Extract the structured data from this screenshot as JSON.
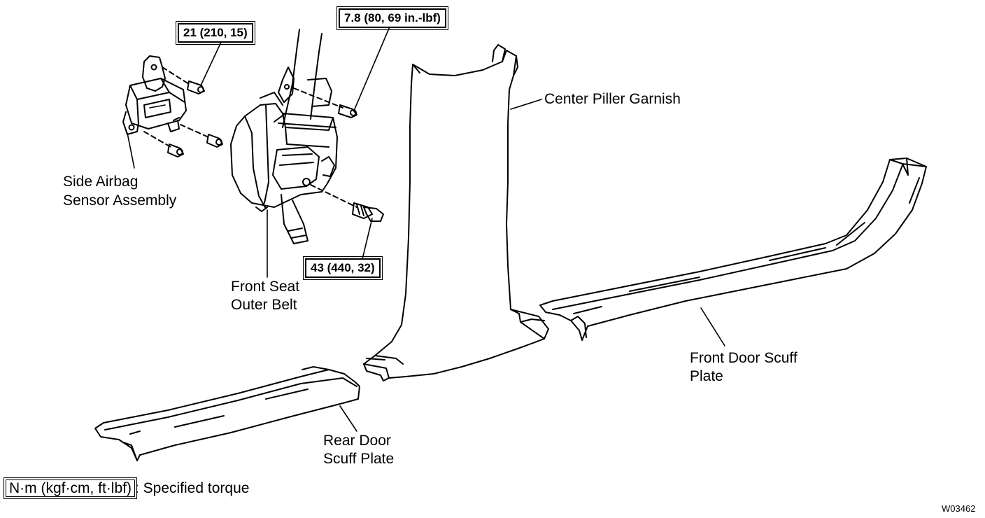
{
  "torque_labels": {
    "sensor_bolt": "21 (210, 15)",
    "belt_upper_bolt": "7.8 (80, 69 in.-lbf)",
    "belt_anchor_bolt": "43 (440, 32)"
  },
  "part_labels": {
    "center_pillar_garnish": "Center Piller Garnish",
    "side_airbag_sensor_line1": "Side Airbag",
    "side_airbag_sensor_line2": "Sensor Assembly",
    "front_seat_belt_line1": "Front Seat",
    "front_seat_belt_line2": "Outer Belt",
    "front_door_scuff_line1": "Front Door Scuff",
    "front_door_scuff_line2": "Plate",
    "rear_door_scuff_line1": "Rear Door",
    "rear_door_scuff_line2": "Scuff Plate"
  },
  "legend": {
    "unit_box": "N·m (kgf·cm, ft·lbf)",
    "description": ": Specified torque"
  },
  "figure_id": "W03462"
}
